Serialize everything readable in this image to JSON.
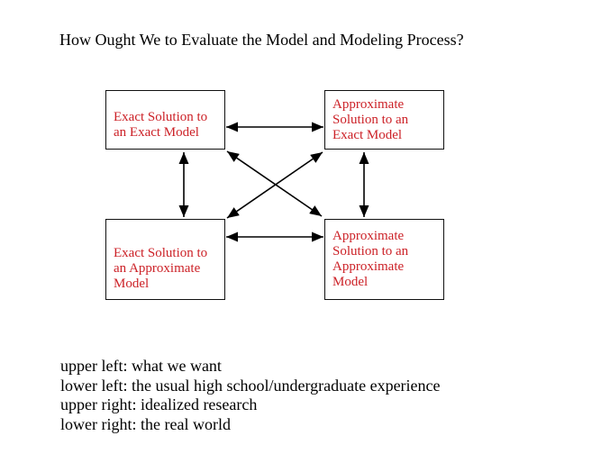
{
  "title": "How Ought We to Evaluate the Model and Modeling Process?",
  "diagram": {
    "boxes": {
      "upper_left": {
        "label": "Exact Solution to\nan Exact Model"
      },
      "upper_right": {
        "label": "Approximate\nSolution to an\nExact Model"
      },
      "lower_left": {
        "label": "Exact Solution to\nan Approximate\nModel"
      },
      "lower_right": {
        "label": "Approximate\nSolution to an\nApproximate\nModel"
      }
    },
    "arrow_style": "double-headed",
    "connections": [
      "upper_left <-> upper_right",
      "lower_left <-> lower_right",
      "upper_left <-> lower_left",
      "upper_right <-> lower_right",
      "upper_left <-> lower_right",
      "lower_left <-> upper_right"
    ]
  },
  "legend": {
    "lines": [
      "upper left: what we want",
      "lower left: the usual high school/undergraduate experience",
      "upper right: idealized research",
      "lower right: the real world"
    ]
  },
  "colors": {
    "box_text": "#cc2127",
    "body_text": "#000000",
    "arrow": "#000000",
    "box_border": "#111111",
    "background": "#ffffff"
  }
}
